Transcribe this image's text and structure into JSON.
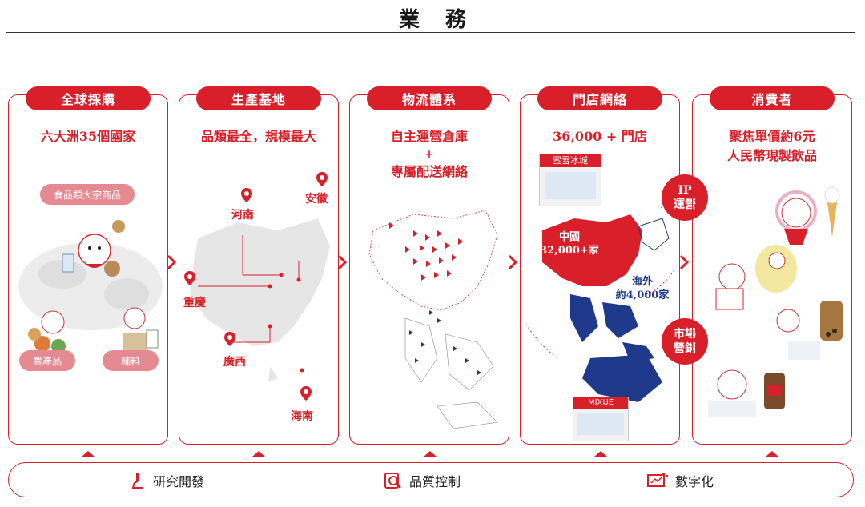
{
  "page": {
    "title": "業務"
  },
  "panels": [
    {
      "header": "全球採購",
      "subtitle": "六大洲35個國家",
      "tags": {
        "top": "食品類大宗商品",
        "left": "農產品",
        "right": "輔料"
      }
    },
    {
      "header": "生產基地",
      "subtitle": "品類最全，規模最大",
      "locations": [
        "河南",
        "安徽",
        "重慶",
        "廣西",
        "海南"
      ]
    },
    {
      "header": "物流體系",
      "subtitle": "自主運營倉庫",
      "subtitle_plus": "+",
      "subtitle2": "專屬配送網絡"
    },
    {
      "header": "門店網絡",
      "subtitle": "36,000 + 門店",
      "store_sign_top": "蜜雪冰城",
      "store_sign_bottom": "MIXUE",
      "china_label": "中國",
      "china_count": "32,000+家",
      "overseas_label": "海外",
      "overseas_count": "約4,000家",
      "badge_ip": [
        "IP",
        "運營"
      ],
      "badge_market": [
        "市場",
        "營銷"
      ]
    },
    {
      "header": "消費者",
      "subtitle": "聚焦單價約6元",
      "subtitle2": "人民幣現製飲品"
    }
  ],
  "capabilities": [
    {
      "label": "研究開發",
      "icon": "microscope-icon"
    },
    {
      "label": "品質控制",
      "icon": "magnifier-icon"
    },
    {
      "label": "數字化",
      "icon": "digital-icon"
    }
  ],
  "colors": {
    "brand_red": "#d9202a",
    "pill_pink": "#e58a91",
    "map_gray": "#e6e6e6",
    "map_blue": "#1f3a8a"
  }
}
